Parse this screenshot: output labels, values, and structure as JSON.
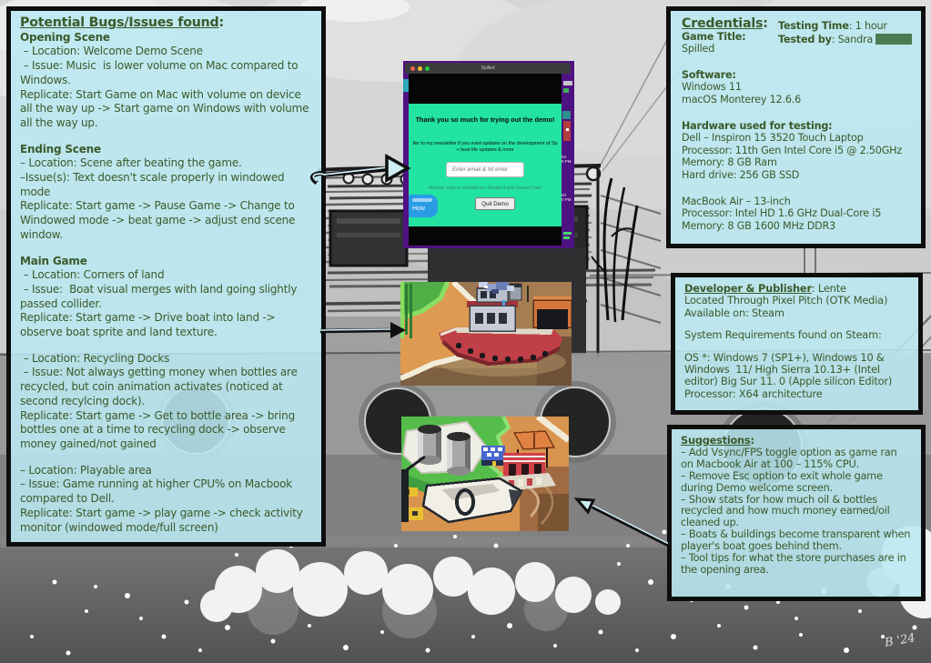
{
  "colors": {
    "panel_bg": "#bae8f1",
    "panel_border": "#0e0e0e",
    "text_green": "#3b5a2a",
    "demo_green": "#22e3a0",
    "desktop_purple": "#4f1283",
    "redaction_green": "#4a7c52"
  },
  "bug_box": {
    "lines": [
      {
        "s": [
          {
            "t": "Potential Bugs/Issues found",
            "b": 1,
            "u": 1,
            "big": 1
          },
          {
            "t": ":",
            "b": 1,
            "big": 1
          }
        ]
      },
      {
        "t": "Opening Scene",
        "b": 1
      },
      {
        "t": " – Location: Welcome Demo Scene"
      },
      {
        "t": " – Issue: Music  is lower volume on Mac compared to Windows."
      },
      {
        "t": "Replicate: Start Game on Mac with volume on device all the way up -> Start game on Windows with volume all the way up."
      },
      {
        "t": "Ending Scene",
        "b": 1,
        "gap": 1
      },
      {
        "t": "– Location: Scene after beating the game."
      },
      {
        "t": "–Issue(s): Text doesn't scale properly in windowed mode"
      },
      {
        "t": "Replicate: Start game -> Pause Game -> Change to Windowed mode -> beat game -> adjust end scene window."
      },
      {
        "t": "Main Game",
        "b": 1,
        "gap": 1
      },
      {
        "t": " – Location: Corners of land"
      },
      {
        "t": " – Issue:  Boat visual merges with land going slightly passed collider."
      },
      {
        "t": "Replicate: Start game -> Drive boat into land -> observe boat sprite and land texture."
      },
      {
        "t": " – Location: Recycling Docks",
        "gap": 1
      },
      {
        "t": " – Issue: Not always getting money when bottles are recycled, but coin animation activates (noticed at second recylcing dock)."
      },
      {
        "t": "Replicate: Start game -> Get to bottle area -> bring bottles one at a time to recycling dock -> observe money gained/not gained"
      },
      {
        "t": "– Location: Playable area",
        "gap": 1
      },
      {
        "t": "– Issue: Game running at higher CPU% on Macbook compared to Dell."
      },
      {
        "t": "Replicate: Start game -> play game -> check activity monitor (windowed mode/full screen)"
      }
    ]
  },
  "credentials_box": {
    "right_lines": [
      {
        "s": [
          {
            "t": "Testing Time",
            "b": 1
          },
          {
            "t": ": 1 hour"
          }
        ]
      },
      {
        "s": [
          {
            "t": "Tested by",
            "b": 1
          },
          {
            "t": ": Sandra "
          },
          {
            "r": 1
          }
        ]
      }
    ],
    "lines": [
      {
        "s": [
          {
            "t": "Credentials",
            "b": 1,
            "u": 1,
            "big": 1
          },
          {
            "t": ":",
            "b": 1,
            "big": 1
          }
        ]
      },
      {
        "t": "Game Title:",
        "b": 1
      },
      {
        "t": "Spilled"
      },
      {
        "t": "Software:",
        "b": 1,
        "gap": 1
      },
      {
        "t": "Windows 11"
      },
      {
        "t": "macOS Monterey 12.6.6"
      },
      {
        "t": "Hardware used for testing:",
        "b": 1,
        "gap": 1
      },
      {
        "t": "Dell – Inspiron 15 3520 Touch Laptop"
      },
      {
        "t": "Processor: 11th Gen Intel Core i5 @ 2.50GHz"
      },
      {
        "t": "Memory: 8 GB Ram"
      },
      {
        "t": "Hard drive: 256 GB SSD"
      },
      {
        "t": "MacBook Air – 13-inch",
        "gap": 1
      },
      {
        "t": "Processor: Intel HD 1.6 GHz Dual-Core i5"
      },
      {
        "t": "Memory: 8 GB 1600 MHz DDR3"
      }
    ]
  },
  "dev_box": {
    "lines": [
      {
        "s": [
          {
            "t": "Developer & Publisher",
            "b": 1,
            "u": 1
          },
          {
            "t": ": Lente"
          }
        ]
      },
      {
        "t": "Located Through Pixel Pitch (OTK Media)"
      },
      {
        "t": "Available on: Steam"
      },
      {
        "t": "System Requirements found on Steam:",
        "gap": 1
      },
      {
        "t": "OS *: Windows 7 (SP1+), Windows 10 & Windows  11/ High Sierra 10.13+ (Intel editor) Big Sur 11. 0 (Apple silicon Editor)",
        "gap": 1
      },
      {
        "t": "Processor: X64 architecture"
      }
    ]
  },
  "suggestions_box": {
    "lines": [
      {
        "s": [
          {
            "t": "Suggestions",
            "b": 1,
            "u": 1
          },
          {
            "t": ":",
            "b": 1
          }
        ]
      },
      {
        "t": "– Add Vsync/FPS toggle option as game ran on Macbook Air at 100 – 115% CPU."
      },
      {
        "t": "– Remove Esc option to exit whole game during Demo welcome screen."
      },
      {
        "t": "– Show stats for how much oil & bottles recycled and how much money earned/oil cleaned up."
      },
      {
        "t": "– Boats & buildings become transparent when  player's boat goes behind them."
      },
      {
        "t": "– Tool tips for what the store purchases are in the opening area."
      }
    ]
  },
  "demo_window": {
    "title": "Spilled",
    "heading": "Thank you so much for trying out the demo!",
    "newsletter_line1": "lter to my newsletter if you want updates on the development of Sp",
    "newsletter_line2": "+ beat life updates & more",
    "email_placeholder": "Enter email & hit enter",
    "wishlist_note": "And be sure to wishlist on Steam if you haven't yet!",
    "quit_button": "Quit Demo",
    "bubble_text": "How"
  },
  "signature": "B '24"
}
